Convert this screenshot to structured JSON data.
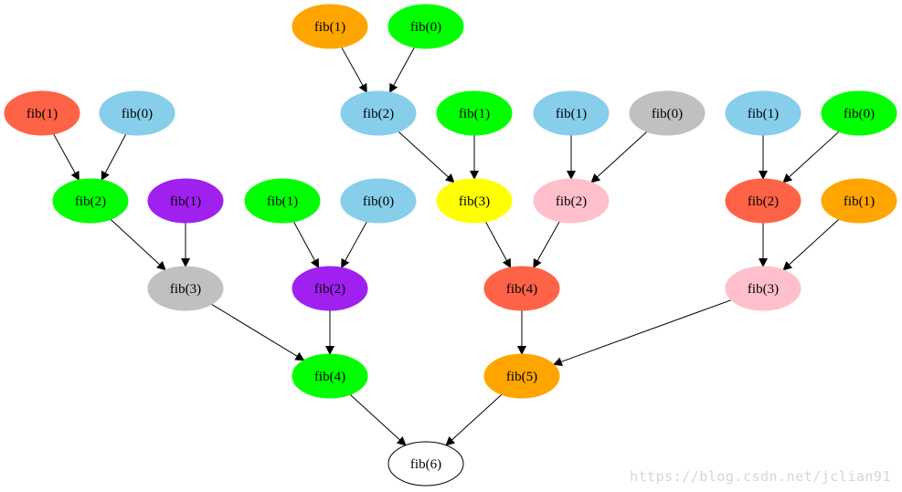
{
  "diagram": {
    "nodes": [
      {
        "id": "a1",
        "label": "fib(1)",
        "color": "#ffa500"
      },
      {
        "id": "a2",
        "label": "fib(0)",
        "color": "#00ff00"
      },
      {
        "id": "b1",
        "label": "fib(1)",
        "color": "#ff6347"
      },
      {
        "id": "b2",
        "label": "fib(0)",
        "color": "#87ceeb"
      },
      {
        "id": "b3",
        "label": "fib(2)",
        "color": "#87ceeb"
      },
      {
        "id": "b4",
        "label": "fib(1)",
        "color": "#00ff00"
      },
      {
        "id": "b5",
        "label": "fib(1)",
        "color": "#87ceeb"
      },
      {
        "id": "b6",
        "label": "fib(0)",
        "color": "#c0c0c0"
      },
      {
        "id": "b7",
        "label": "fib(1)",
        "color": "#87ceeb"
      },
      {
        "id": "b8",
        "label": "fib(0)",
        "color": "#00ff00"
      },
      {
        "id": "c1",
        "label": "fib(2)",
        "color": "#00ff00"
      },
      {
        "id": "c2",
        "label": "fib(1)",
        "color": "#a020f0"
      },
      {
        "id": "c3",
        "label": "fib(1)",
        "color": "#00ff00"
      },
      {
        "id": "c4",
        "label": "fib(0)",
        "color": "#87ceeb"
      },
      {
        "id": "c5",
        "label": "fib(3)",
        "color": "#ffff00"
      },
      {
        "id": "c6",
        "label": "fib(2)",
        "color": "#ffc0cb"
      },
      {
        "id": "c7",
        "label": "fib(2)",
        "color": "#ff6347"
      },
      {
        "id": "c8",
        "label": "fib(1)",
        "color": "#ffa500"
      },
      {
        "id": "d1",
        "label": "fib(3)",
        "color": "#c0c0c0"
      },
      {
        "id": "d2",
        "label": "fib(2)",
        "color": "#a020f0"
      },
      {
        "id": "d3",
        "label": "fib(4)",
        "color": "#ff6347"
      },
      {
        "id": "d4",
        "label": "fib(3)",
        "color": "#ffc0cb"
      },
      {
        "id": "e1",
        "label": "fib(4)",
        "color": "#00ff00"
      },
      {
        "id": "e2",
        "label": "fib(5)",
        "color": "#ffa500"
      },
      {
        "id": "f1",
        "label": "fib(6)",
        "color": "#ffffff"
      }
    ],
    "edges": [
      [
        "a1",
        "b3"
      ],
      [
        "a2",
        "b3"
      ],
      [
        "b1",
        "c1"
      ],
      [
        "b2",
        "c1"
      ],
      [
        "b3",
        "c5"
      ],
      [
        "b4",
        "c5"
      ],
      [
        "b5",
        "c6"
      ],
      [
        "b6",
        "c6"
      ],
      [
        "b7",
        "c7"
      ],
      [
        "b8",
        "c7"
      ],
      [
        "c1",
        "d1"
      ],
      [
        "c2",
        "d1"
      ],
      [
        "c3",
        "d2"
      ],
      [
        "c4",
        "d2"
      ],
      [
        "c5",
        "d3"
      ],
      [
        "c6",
        "d3"
      ],
      [
        "c7",
        "d4"
      ],
      [
        "c8",
        "d4"
      ],
      [
        "d1",
        "e1"
      ],
      [
        "d2",
        "e1"
      ],
      [
        "d3",
        "e2"
      ],
      [
        "d4",
        "e2"
      ],
      [
        "e1",
        "f1"
      ],
      [
        "e2",
        "f1"
      ]
    ]
  },
  "watermark": "https://blog.csdn.net/jclian91"
}
